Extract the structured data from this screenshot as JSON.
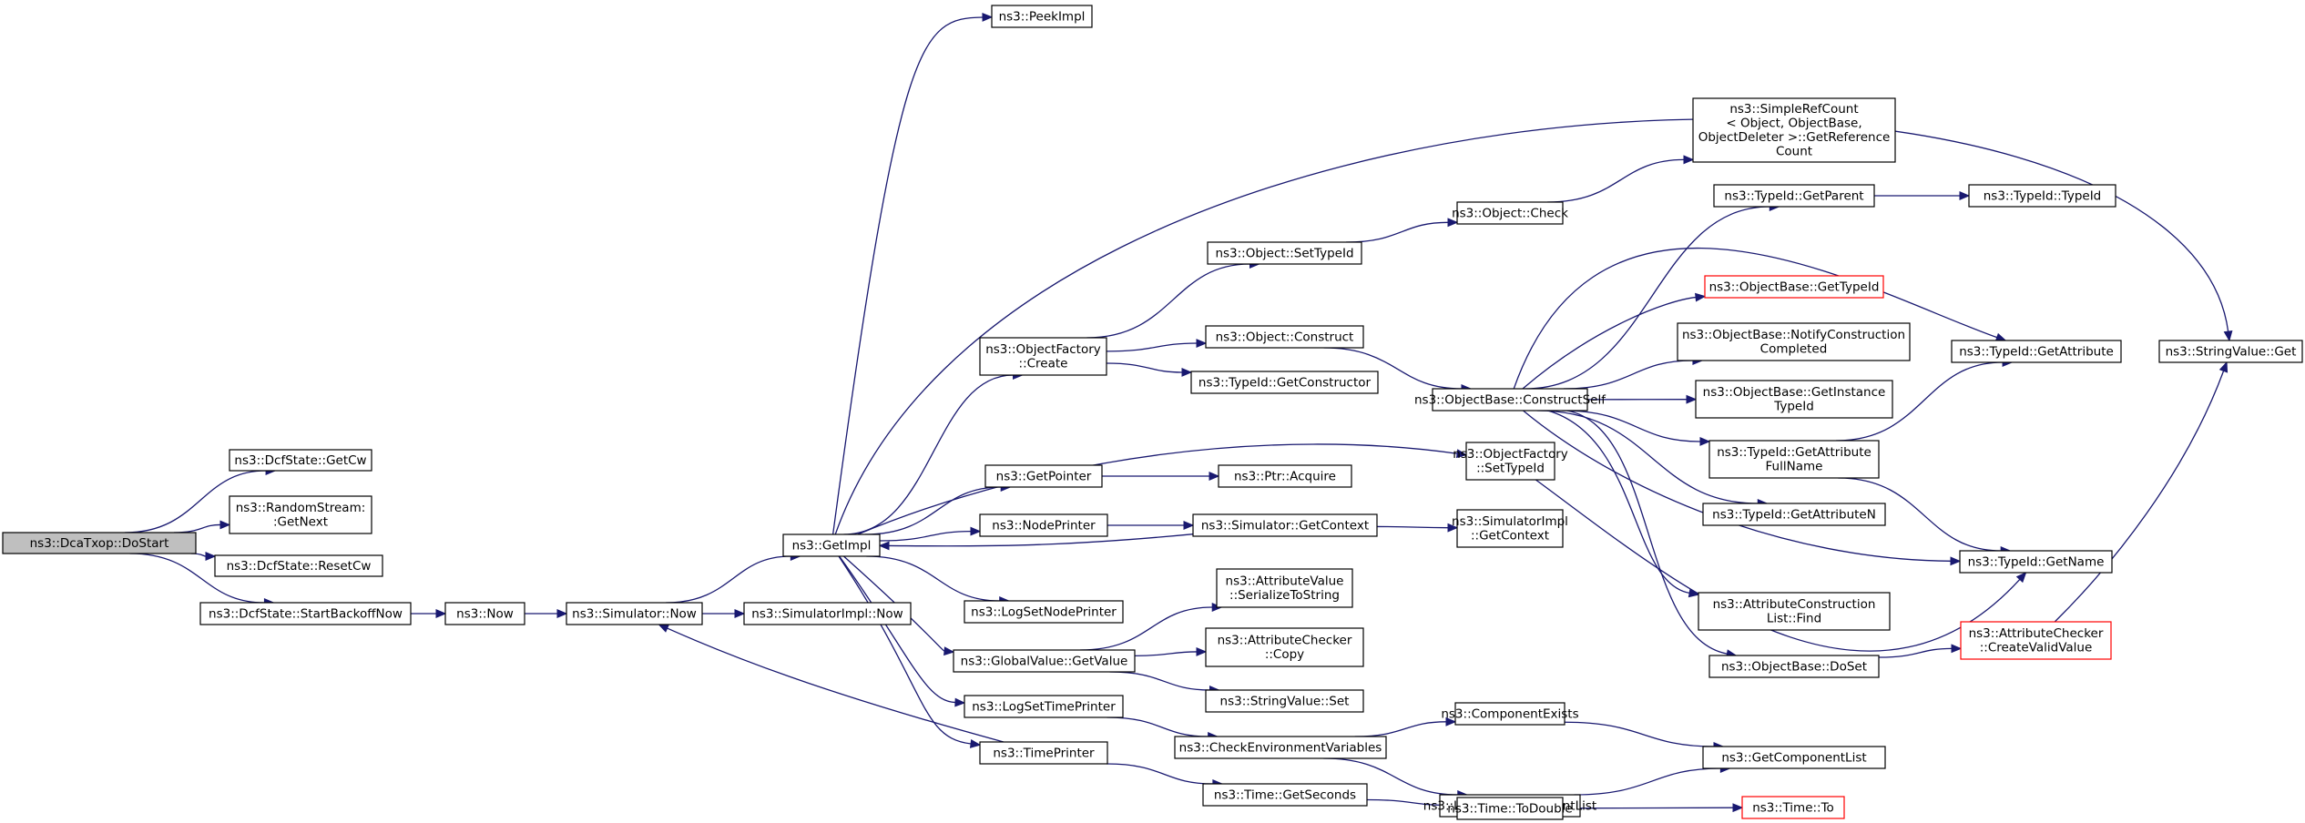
{
  "diagram": {
    "title": "",
    "root": "dcatxop-dostart",
    "colors": {
      "edge": "#191970",
      "node_border": "#000000",
      "root_fill": "#bfbfbf",
      "truncated_border": "#ff0000"
    },
    "nodes": [
      {
        "id": "dcatxop-dostart",
        "lines": [
          "ns3::DcaTxop::DoStart"
        ],
        "root": true
      },
      {
        "id": "dcfstate-getcw",
        "lines": [
          "ns3::DcfState::GetCw"
        ]
      },
      {
        "id": "randomstream-getnext",
        "lines": [
          "ns3::RandomStream:",
          ":GetNext"
        ]
      },
      {
        "id": "dcfstate-resetcw",
        "lines": [
          "ns3::DcfState::ResetCw"
        ]
      },
      {
        "id": "dcfstate-startbackoffnow",
        "lines": [
          "ns3::DcfState::StartBackoffNow"
        ]
      },
      {
        "id": "now",
        "lines": [
          "ns3::Now"
        ]
      },
      {
        "id": "simulator-now",
        "lines": [
          "ns3::Simulator::Now"
        ]
      },
      {
        "id": "simulatorimpl-now",
        "lines": [
          "ns3::SimulatorImpl::Now"
        ]
      },
      {
        "id": "getimpl",
        "lines": [
          "ns3::GetImpl"
        ]
      },
      {
        "id": "peekimpl",
        "lines": [
          "ns3::PeekImpl"
        ]
      },
      {
        "id": "objectfactory-create",
        "lines": [
          "ns3::ObjectFactory",
          "::Create"
        ]
      },
      {
        "id": "getpointer",
        "lines": [
          "ns3::GetPointer"
        ]
      },
      {
        "id": "nodeprinter",
        "lines": [
          "ns3::NodePrinter"
        ]
      },
      {
        "id": "logsetnodeprinter",
        "lines": [
          "ns3::LogSetNodePrinter"
        ]
      },
      {
        "id": "globalvalue-getvalue",
        "lines": [
          "ns3::GlobalValue::GetValue"
        ]
      },
      {
        "id": "logsettimeprinter",
        "lines": [
          "ns3::LogSetTimePrinter"
        ]
      },
      {
        "id": "timeprinter",
        "lines": [
          "ns3::TimePrinter"
        ]
      },
      {
        "id": "object-settypeid",
        "lines": [
          "ns3::Object::SetTypeId"
        ]
      },
      {
        "id": "object-construct",
        "lines": [
          "ns3::Object::Construct"
        ]
      },
      {
        "id": "typeid-getconstructor",
        "lines": [
          "ns3::TypeId::GetConstructor"
        ]
      },
      {
        "id": "ptr-acquire",
        "lines": [
          "ns3::Ptr::Acquire"
        ]
      },
      {
        "id": "simulator-getcontext",
        "lines": [
          "ns3::Simulator::GetContext"
        ]
      },
      {
        "id": "attributevalue-serializetostring",
        "lines": [
          "ns3::AttributeValue",
          "::SerializeToString"
        ]
      },
      {
        "id": "attributechecker-copy",
        "lines": [
          "ns3::AttributeChecker",
          "::Copy"
        ]
      },
      {
        "id": "stringvalue-set",
        "lines": [
          "ns3::StringValue::Set"
        ]
      },
      {
        "id": "checkenvironmentvariables",
        "lines": [
          "ns3::CheckEnvironmentVariables"
        ]
      },
      {
        "id": "time-getseconds",
        "lines": [
          "ns3::Time::GetSeconds"
        ]
      },
      {
        "id": "object-check",
        "lines": [
          "ns3::Object::Check"
        ]
      },
      {
        "id": "objectbase-constructself",
        "lines": [
          "ns3::ObjectBase::ConstructSelf"
        ]
      },
      {
        "id": "objectfactory-settypeid",
        "lines": [
          "ns3::ObjectFactory",
          "::SetTypeId"
        ]
      },
      {
        "id": "simulatorimpl-getcontext",
        "lines": [
          "ns3::SimulatorImpl",
          "::GetContext"
        ]
      },
      {
        "id": "componentexists",
        "lines": [
          "ns3::ComponentExists"
        ]
      },
      {
        "id": "logcomponentprintlist",
        "lines": [
          "ns3::LogComponentPrintList"
        ]
      },
      {
        "id": "time-todouble",
        "lines": [
          "ns3::Time::ToDouble"
        ]
      },
      {
        "id": "simplerefcount-getreferencecount",
        "lines": [
          "ns3::SimpleRefCount",
          "< Object, ObjectBase,",
          "ObjectDeleter >::GetReference",
          "Count"
        ]
      },
      {
        "id": "typeid-getparent",
        "lines": [
          "ns3::TypeId::GetParent"
        ]
      },
      {
        "id": "objectbase-gettypeid",
        "lines": [
          "ns3::ObjectBase::GetTypeId"
        ],
        "truncated": true
      },
      {
        "id": "objectbase-notifyconstructioncompleted",
        "lines": [
          "ns3::ObjectBase::NotifyConstruction",
          "Completed"
        ]
      },
      {
        "id": "objectbase-getinstancetypeid",
        "lines": [
          "ns3::ObjectBase::GetInstance",
          "TypeId"
        ]
      },
      {
        "id": "typeid-getattributefullname",
        "lines": [
          "ns3::TypeId::GetAttribute",
          "FullName"
        ]
      },
      {
        "id": "typeid-getattributen",
        "lines": [
          "ns3::TypeId::GetAttributeN"
        ]
      },
      {
        "id": "attributeconstructionlist-find",
        "lines": [
          "ns3::AttributeConstruction",
          "List::Find"
        ]
      },
      {
        "id": "objectbase-doset",
        "lines": [
          "ns3::ObjectBase::DoSet"
        ]
      },
      {
        "id": "getcomponentlist",
        "lines": [
          "ns3::GetComponentList"
        ]
      },
      {
        "id": "time-to",
        "lines": [
          "ns3::Time::To"
        ],
        "truncated": true
      },
      {
        "id": "typeid-typeid",
        "lines": [
          "ns3::TypeId::TypeId"
        ]
      },
      {
        "id": "typeid-getattribute",
        "lines": [
          "ns3::TypeId::GetAttribute"
        ]
      },
      {
        "id": "typeid-getname",
        "lines": [
          "ns3::TypeId::GetName"
        ]
      },
      {
        "id": "attributechecker-createvalidvalue",
        "lines": [
          "ns3::AttributeChecker",
          "::CreateValidValue"
        ],
        "truncated": true
      },
      {
        "id": "stringvalue-get",
        "lines": [
          "ns3::StringValue::Get"
        ]
      }
    ],
    "edges": [
      [
        "dcatxop-dostart",
        "dcfstate-getcw"
      ],
      [
        "dcatxop-dostart",
        "randomstream-getnext"
      ],
      [
        "dcatxop-dostart",
        "dcfstate-resetcw"
      ],
      [
        "dcatxop-dostart",
        "dcfstate-startbackoffnow"
      ],
      [
        "dcfstate-startbackoffnow",
        "now"
      ],
      [
        "now",
        "simulator-now"
      ],
      [
        "simulator-now",
        "getimpl"
      ],
      [
        "simulator-now",
        "simulatorimpl-now"
      ],
      [
        "getimpl",
        "peekimpl"
      ],
      [
        "getimpl",
        "stringvalue-get"
      ],
      [
        "getimpl",
        "objectfactory-create"
      ],
      [
        "getimpl",
        "objectfactory-settypeid"
      ],
      [
        "getimpl",
        "getpointer"
      ],
      [
        "getimpl",
        "nodeprinter"
      ],
      [
        "getimpl",
        "logsetnodeprinter"
      ],
      [
        "getimpl",
        "globalvalue-getvalue"
      ],
      [
        "getimpl",
        "logsettimeprinter"
      ],
      [
        "getimpl",
        "timeprinter"
      ],
      [
        "objectfactory-create",
        "object-settypeid"
      ],
      [
        "objectfactory-create",
        "object-construct"
      ],
      [
        "objectfactory-create",
        "typeid-getconstructor"
      ],
      [
        "object-settypeid",
        "object-check"
      ],
      [
        "object-check",
        "simplerefcount-getreferencecount"
      ],
      [
        "object-construct",
        "objectbase-constructself"
      ],
      [
        "getpointer",
        "ptr-acquire"
      ],
      [
        "nodeprinter",
        "simulator-getcontext"
      ],
      [
        "simulator-getcontext",
        "getimpl"
      ],
      [
        "simulator-getcontext",
        "simulatorimpl-getcontext"
      ],
      [
        "globalvalue-getvalue",
        "attributevalue-serializetostring"
      ],
      [
        "globalvalue-getvalue",
        "attributechecker-copy"
      ],
      [
        "globalvalue-getvalue",
        "stringvalue-set"
      ],
      [
        "logsettimeprinter",
        "checkenvironmentvariables"
      ],
      [
        "checkenvironmentvariables",
        "componentexists"
      ],
      [
        "checkenvironmentvariables",
        "logcomponentprintlist"
      ],
      [
        "componentexists",
        "getcomponentlist"
      ],
      [
        "logcomponentprintlist",
        "getcomponentlist"
      ],
      [
        "timeprinter",
        "simulator-now"
      ],
      [
        "timeprinter",
        "time-getseconds"
      ],
      [
        "time-getseconds",
        "time-todouble"
      ],
      [
        "time-todouble",
        "time-to"
      ],
      [
        "objectfactory-settypeid",
        "typeid-getname"
      ],
      [
        "objectbase-constructself",
        "typeid-getparent"
      ],
      [
        "objectbase-constructself",
        "objectbase-gettypeid"
      ],
      [
        "objectbase-constructself",
        "typeid-getattribute"
      ],
      [
        "objectbase-constructself",
        "objectbase-notifyconstructioncompleted"
      ],
      [
        "objectbase-constructself",
        "objectbase-getinstancetypeid"
      ],
      [
        "objectbase-constructself",
        "typeid-getattributefullname"
      ],
      [
        "objectbase-constructself",
        "typeid-getattributen"
      ],
      [
        "objectbase-constructself",
        "typeid-getname"
      ],
      [
        "objectbase-constructself",
        "attributeconstructionlist-find"
      ],
      [
        "objectbase-constructself",
        "objectbase-doset"
      ],
      [
        "typeid-getparent",
        "typeid-typeid"
      ],
      [
        "typeid-getattributefullname",
        "typeid-getattribute"
      ],
      [
        "typeid-getattributefullname",
        "typeid-getname"
      ],
      [
        "objectbase-doset",
        "attributechecker-createvalidvalue"
      ],
      [
        "attributechecker-createvalidvalue",
        "stringvalue-get"
      ]
    ]
  }
}
